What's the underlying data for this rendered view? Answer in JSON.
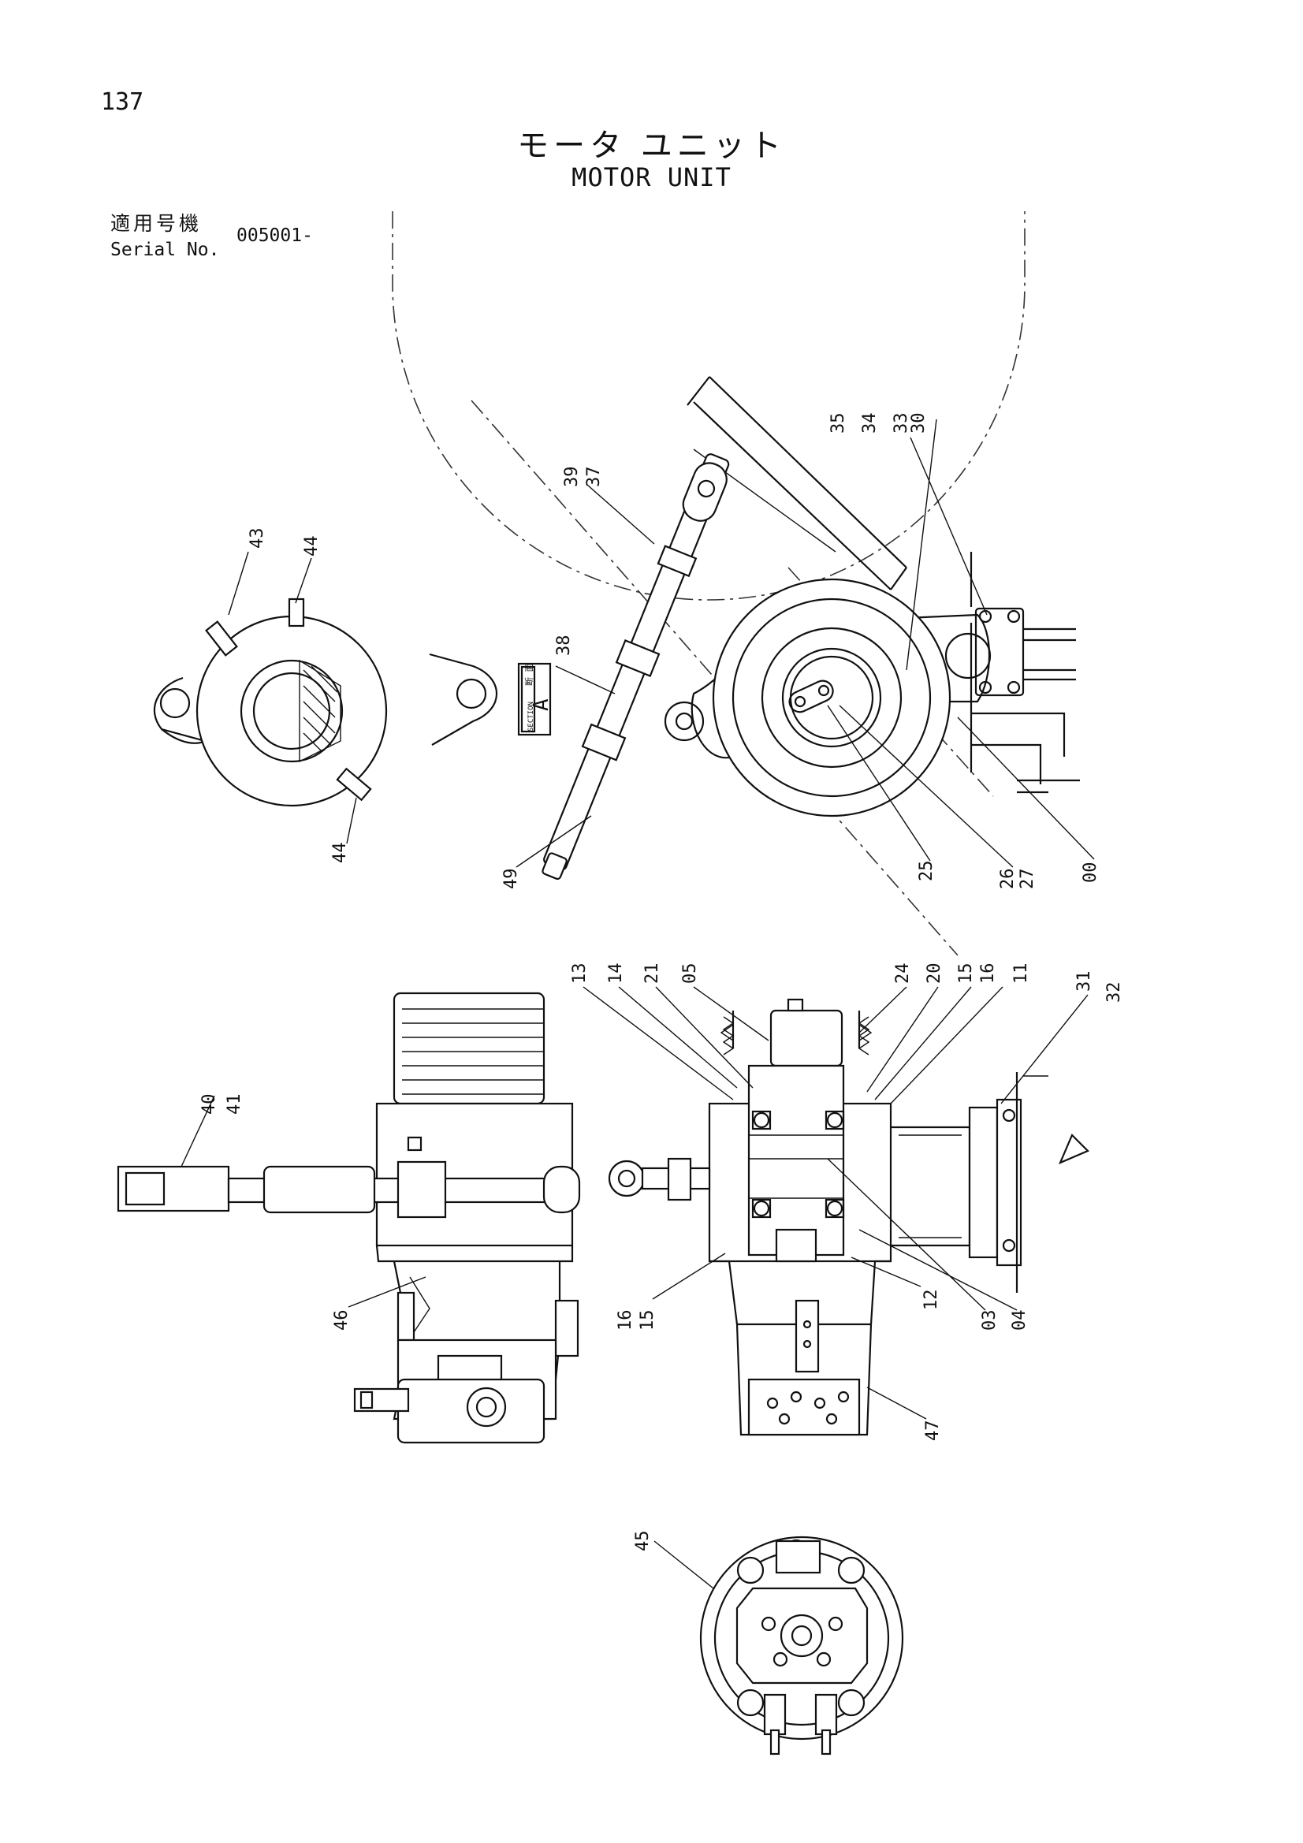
{
  "page": {
    "number": "137"
  },
  "title": {
    "japanese": "モータ ユニット",
    "english": "MOTOR UNIT"
  },
  "serial": {
    "label_jp": "適用号機",
    "label_en": "Serial No.",
    "value": "005001-"
  },
  "section_label": {
    "jp": "断 面",
    "en": "SECTION",
    "letter": "A"
  },
  "callouts": [
    {
      "id": "c35",
      "text": "35"
    },
    {
      "id": "c34",
      "text": "34"
    },
    {
      "id": "c33",
      "text": "33"
    },
    {
      "id": "c30",
      "text": "30"
    },
    {
      "id": "c39",
      "text": "39"
    },
    {
      "id": "c37",
      "text": "37"
    },
    {
      "id": "c43",
      "text": "43"
    },
    {
      "id": "c44a",
      "text": "44"
    },
    {
      "id": "c44b",
      "text": "44"
    },
    {
      "id": "c38",
      "text": "38"
    },
    {
      "id": "c49",
      "text": "49"
    },
    {
      "id": "c25",
      "text": "25"
    },
    {
      "id": "c26",
      "text": "26"
    },
    {
      "id": "c27",
      "text": "27"
    },
    {
      "id": "c00",
      "text": "00"
    },
    {
      "id": "c13",
      "text": "13"
    },
    {
      "id": "c14",
      "text": "14"
    },
    {
      "id": "c21",
      "text": "21"
    },
    {
      "id": "c05",
      "text": "05"
    },
    {
      "id": "c24",
      "text": "24"
    },
    {
      "id": "c20",
      "text": "20"
    },
    {
      "id": "c15a",
      "text": "15"
    },
    {
      "id": "c16a",
      "text": "16"
    },
    {
      "id": "c11",
      "text": "11"
    },
    {
      "id": "c31",
      "text": "31"
    },
    {
      "id": "c32",
      "text": "32"
    },
    {
      "id": "c40",
      "text": "40"
    },
    {
      "id": "c41",
      "text": "41"
    },
    {
      "id": "c46",
      "text": "46"
    },
    {
      "id": "c16b",
      "text": "16"
    },
    {
      "id": "c15b",
      "text": "15"
    },
    {
      "id": "c12",
      "text": "12"
    },
    {
      "id": "c03",
      "text": "03"
    },
    {
      "id": "c04",
      "text": "04"
    },
    {
      "id": "c47",
      "text": "47"
    },
    {
      "id": "c45",
      "text": "45"
    }
  ]
}
